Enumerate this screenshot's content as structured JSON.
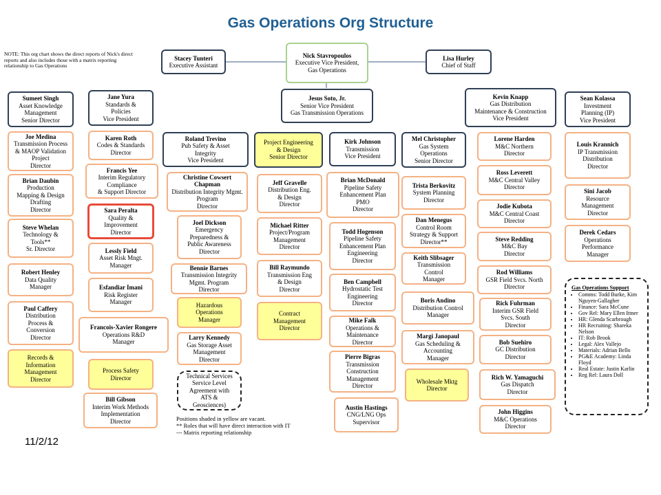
{
  "title": "Gas Operations Org Structure",
  "note": "NOTE: This org chart shows the direct reports of Nick's direct reports and also includes those with a matrix reporting relationship to Gas Operations",
  "top": {
    "left": {
      "name": "Stacey Tunteri",
      "role": "Executive Assistant"
    },
    "center": {
      "name": "Nick Stavropoulos",
      "role1": "Executive Vice President,",
      "role2": "Gas Operations"
    },
    "right": {
      "name": "Lisa Hurley",
      "role": "Chief of Staff"
    }
  },
  "boxes": {
    "sumeet": {
      "name": "Sumeet Singh",
      "r1": "Asset Knowledge",
      "r2": "Management",
      "r3": "Senior Director"
    },
    "jane": {
      "name": "Jane Yura",
      "r1": "Standards &",
      "r2": "Policies",
      "r3": "Vice President"
    },
    "jesus": {
      "name": "Jesus Soto, Jr.",
      "r1": "Senior Vice President",
      "r2": "Gas Transmission Operations"
    },
    "kevin": {
      "name": "Kevin Knapp",
      "r1": "Gas Distribution",
      "r2": "Maintenance & Construction",
      "r3": "Vice President"
    },
    "sean": {
      "name": "Sean Kolassa",
      "r1": "Investment",
      "r2": "Planning (IP)",
      "r3": "Vice President"
    },
    "joe": {
      "name": "Joe Medina",
      "r1": "Transmission Process",
      "r2": "& MAOP Validation",
      "r3": "Project",
      "r4": "Director"
    },
    "brian": {
      "name": "Brian Daubin",
      "r1": "Production",
      "r2": "Mapping & Design",
      "r3": "Drafting",
      "r4": "Director"
    },
    "steve_w": {
      "name": "Steve Whelan",
      "r1": "Technology &",
      "r2": "Tools**",
      "r3": "Sr. Director"
    },
    "robert": {
      "name": "Robert Henley",
      "r1": "Data Quality",
      "r2": "Manager"
    },
    "paul": {
      "name": "Paul Caffery",
      "r1": "Distribution",
      "r2": "Process &",
      "r3": "Conversion",
      "r4": "Director"
    },
    "records": {
      "r1": "Records &",
      "r2": "Information",
      "r3": "Management",
      "r4": "Director"
    },
    "karen": {
      "name": "Karen Roth",
      "r1": "Codes & Standards",
      "r2": "Director"
    },
    "francis": {
      "name": "Francis Yee",
      "r1": "Interim Regulatory",
      "r2": "Compliance",
      "r3": "& Support Director"
    },
    "sara": {
      "name": "Sara Peralta",
      "r1": "Quality &",
      "r2": "Improvement",
      "r3": "Director"
    },
    "lessly": {
      "name": "Lessly Field",
      "r1": "Asset Risk Mngt.",
      "r2": "Manager"
    },
    "esfandiar": {
      "name": "Esfandiar Imani",
      "r1": "Risk Register",
      "r2": "Manager"
    },
    "francois": {
      "name": "Francois-Xavier Rongere",
      "r1": "Operations R&D",
      "r2": "Manager"
    },
    "process_safety": {
      "r1": "Process Safety",
      "r2": "Director"
    },
    "bill_g": {
      "name": "Bill Gibson",
      "r1": "Interim Work Methods",
      "r2": "Implementation",
      "r3": "Director"
    },
    "roland": {
      "name": "Roland Trevino",
      "r1": "Pub Safety & Asset",
      "r2": "Integrity",
      "r3": "Vice President"
    },
    "christine": {
      "name": "Christine Cowsert",
      "r1": "Chapman",
      "r2": "Distribution Integrity Mgmt.",
      "r3": "Program",
      "r4": "Director"
    },
    "joel": {
      "name": "Joel Dickson",
      "r1": "Emergency",
      "r2": "Preparedness &",
      "r3": "Public Awareness",
      "r4": "Director"
    },
    "bennie": {
      "name": "Bennie Barnes",
      "r1": "Transmission Integrity",
      "r2": "Mgmt. Program",
      "r3": "Director"
    },
    "hazardous": {
      "r1": "Hazardous",
      "r2": "Operations",
      "r3": "Manager"
    },
    "larry": {
      "name": "Larry Kennedy",
      "r1": "Gas Storage Asset",
      "r2": "Management",
      "r3": "Director"
    },
    "technical": {
      "r1": "Technical Services",
      "r2": "Service Level",
      "r3": "Agreement with",
      "r4": "ATS &",
      "r5": "Geosciences)"
    },
    "proj_eng": {
      "r1": "Project Engineering",
      "r2": "& Design",
      "r3": "Senior Director"
    },
    "jeff": {
      "name": "Jeff Gravelle",
      "r1": "Distribution Eng.",
      "r2": "& Design",
      "r3": "Director"
    },
    "michael": {
      "name": "Michael Ritter",
      "r1": "Project/Program",
      "r2": "Management",
      "r3": "Director"
    },
    "bill_r": {
      "name": "Bill Raymundo",
      "r1": "Transmission Eng",
      "r2": "& Design",
      "r3": "Director"
    },
    "contract": {
      "r1": "Contract",
      "r2": "Management",
      "r3": "Director"
    },
    "kirk": {
      "name": "Kirk Johnson",
      "r1": "Transmission",
      "r2": "Vice President"
    },
    "brian_m": {
      "name": "Brian McDonald",
      "r1": "Pipeline Safety",
      "r2": "Enhancement Plan",
      "r3": "PMO",
      "r4": "Director"
    },
    "todd": {
      "name": "Todd Hogenson",
      "r1": "Pipeline Safety",
      "r2": "Enhancement Plan",
      "r3": "Engineering",
      "r4": "Director"
    },
    "ben": {
      "name": "Ben Campbell",
      "r1": "Hydrostatic Test",
      "r2": "Engineering",
      "r3": "Director"
    },
    "mike": {
      "name": "Mike Falk",
      "r1": "Operations &",
      "r2": "Maintenance",
      "r3": "Director"
    },
    "pierre": {
      "name": "Pierre Bigras",
      "r1": "Transmission",
      "r2": "Construction",
      "r3": "Management",
      "r4": "Director"
    },
    "austin": {
      "name": "Austin Hastings",
      "r1": "CNG/LNG Ops",
      "r2": "Supervisor"
    },
    "mel": {
      "name": "Mel Christopher",
      "r1": "Gas System",
      "r2": "Operations",
      "r3": "Senior Director"
    },
    "trista": {
      "name": "Trista Berkovitz",
      "r1": "System Planning",
      "r2": "Director"
    },
    "dan": {
      "name": "Dan Menegus",
      "r1": "Control Room",
      "r2": "Strategy & Support",
      "r3": "Director**"
    },
    "keith": {
      "name": "Keith Slibsager",
      "r1": "Transmission",
      "r2": "Control",
      "r3": "Manager"
    },
    "boris": {
      "name": "Boris Andino",
      "r1": "Distribution Control",
      "r2": "Manager"
    },
    "margi": {
      "name": "Margi Janopaul",
      "r1": "Gas Scheduling &",
      "r2": "Accounting",
      "r3": "Manager"
    },
    "wholesale": {
      "r1": "Wholesale Mktg",
      "r2": "Director"
    },
    "lorene": {
      "name": "Lorene Harden",
      "r1": "M&C Northern",
      "r2": "Director"
    },
    "ross": {
      "name": "Ross Leverett",
      "r1": "M&C Central Valley",
      "r2": "Director"
    },
    "jodie": {
      "name": "Jodie Kubota",
      "r1": "M&C Central Coast",
      "r2": "Director"
    },
    "steve_r": {
      "name": "Steve Redding",
      "r1": "M&C Bay",
      "r2": "Director"
    },
    "rod": {
      "name": "Rod Williams",
      "r1": "GSR Field Svcs. North",
      "r2": "Director"
    },
    "rick": {
      "name": "Rick Fuhrman",
      "r1": "Interim GSR Field",
      "r2": "Svcs. South",
      "r3": "Director"
    },
    "bob": {
      "name": "Bob Suehiro",
      "r1": "GC Distribution",
      "r2": "Director"
    },
    "rich": {
      "name": "Rich W. Yamaguchi",
      "r1": "Gas Dispatch",
      "r2": "Director"
    },
    "john": {
      "name": "John Higgins",
      "r1": "M&C Operations",
      "r2": "Director"
    },
    "louis": {
      "name": "Louis Krannich",
      "r1": "IP Transmission",
      "r2": "Distribution",
      "r3": "Director"
    },
    "sini": {
      "name": "Sini Jacob",
      "r1": "Resource",
      "r2": "Management",
      "r3": "Director"
    },
    "derek": {
      "name": "Derek Cedars",
      "r1": "Operations",
      "r2": "Performance",
      "r3": "Manager"
    }
  },
  "support": {
    "heading": "Gas Operations Support",
    "items": [
      "Comms: Todd Burke, Kim Nguyen-Gallagher",
      "Finance: Sara McCune",
      "Gov Rel: Mary Ellen Ittner",
      "HR: Glenda Scarbrough",
      "HR Recruiting: Shareka Nelson",
      "IT: Rob Brook",
      "Legal: Alex Vallejo",
      "Materials: Adrian Bello",
      "PG&E Academy: Linda Floyd",
      "Real Estate: Justin Karlin",
      "Reg Rel: Laura Doll"
    ]
  },
  "legend": {
    "l1": "Positions shaded in yellow are vacant.",
    "l2": "** Roles that will have direct interaction with IT",
    "l3": "--- Matrix reporting relationship"
  },
  "date": "11/2/12"
}
